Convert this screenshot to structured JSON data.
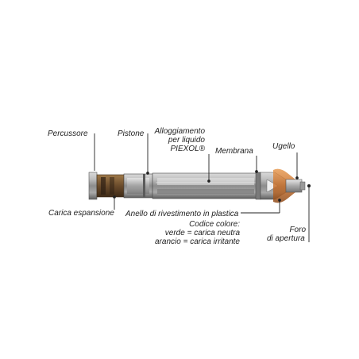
{
  "labels": {
    "percussore": "Percussore",
    "pistone": "Pistone",
    "alloggiamento_1": "Alloggiamento",
    "alloggiamento_2": "per liquido",
    "alloggiamento_3": "PIEXOL®",
    "membrana": "Membrana",
    "ugello": "Ugello",
    "carica_espansione": "Carica espansione",
    "anello": "Anello di rivestimento in plastica",
    "codice_1": "Codice colore:",
    "codice_2": "verde = carica neutra",
    "codice_3": "arancio = carica irritante",
    "foro_1": "Foro",
    "foro_2": "di apertura"
  },
  "colors": {
    "background": "#ffffff",
    "text": "#222222",
    "ring_orange": "#c8702c",
    "brass": "#6a4b2b",
    "metal": "#8c8c8c"
  }
}
